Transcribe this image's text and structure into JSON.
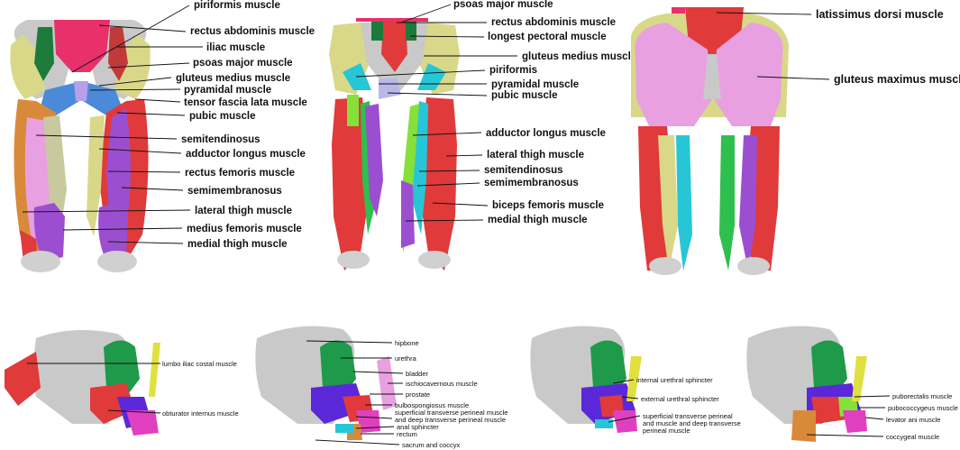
{
  "panels": {
    "top_front": {
      "labels": [
        "piriformis muscle",
        "rectus abdominis muscle",
        "iliac muscle",
        "psoas major muscle",
        "gluteus medius muscle",
        "pyramidal muscle",
        "tensor fascia lata muscle",
        "pubic muscle",
        "semitendinosus",
        "adductor longus muscle",
        "rectus femoris muscle",
        "semimembranosus",
        "lateral thigh muscle",
        "medius femoris muscle",
        "medial thigh muscle"
      ]
    },
    "top_middle": {
      "labels": [
        "psoas major muscle",
        "rectus abdominis muscle",
        "longest pectoral muscle",
        "gluteus medius muscle",
        "piriformis",
        "pyramidal muscle",
        "pubic muscle",
        "adductor longus muscle",
        "lateral thigh muscle",
        "semitendinosus",
        "semimembranosus",
        "biceps femoris muscle",
        "medial thigh muscle"
      ]
    },
    "top_back": {
      "labels": [
        "latissimus dorsi muscle",
        "gluteus maximus muscle"
      ]
    },
    "pelvis_1": {
      "labels": [
        "lumbo iliac costal muscle",
        "obturator internus muscle"
      ]
    },
    "pelvis_2": {
      "labels": [
        "hipbone",
        "urethra",
        "bladder",
        "ischiocavernous muscle",
        "prostate",
        "bulbospongiosus muscle",
        "superficial transverse perineal muscle",
        "and deep transverse perineal muscle",
        "anal sphincter",
        "rectum",
        "sacrum and coccyx"
      ]
    },
    "pelvis_3": {
      "labels": [
        "internal urethral sphincter",
        "external urethral sphincter",
        "superficial transverse perineal",
        "and muscle and deep transverse",
        "perineal muscle"
      ]
    },
    "pelvis_4": {
      "labels": [
        "puborectalis muscle",
        "pubococcygeus muscle",
        "levator ani muscle",
        "coccygeal muscle"
      ]
    }
  },
  "colors": {
    "bone": "#c9c9c9",
    "yellow_muscle": "#d8d888",
    "red_muscle": "#e03a3a",
    "magenta_muscle": "#e8306a",
    "pink_muscle": "#e8a0e0",
    "purple_muscle": "#9b4fd0",
    "cyan_muscle": "#27c6d6",
    "green_muscle": "#2fbf4f",
    "lime_muscle": "#86e03a",
    "orange_muscle": "#d88a3a",
    "blue_muscle": "#4a8ad8",
    "dark_green": "#1e7a3a",
    "bladder_green": "#1f9a4a",
    "violet": "#5a28d8",
    "line": "#111111"
  }
}
